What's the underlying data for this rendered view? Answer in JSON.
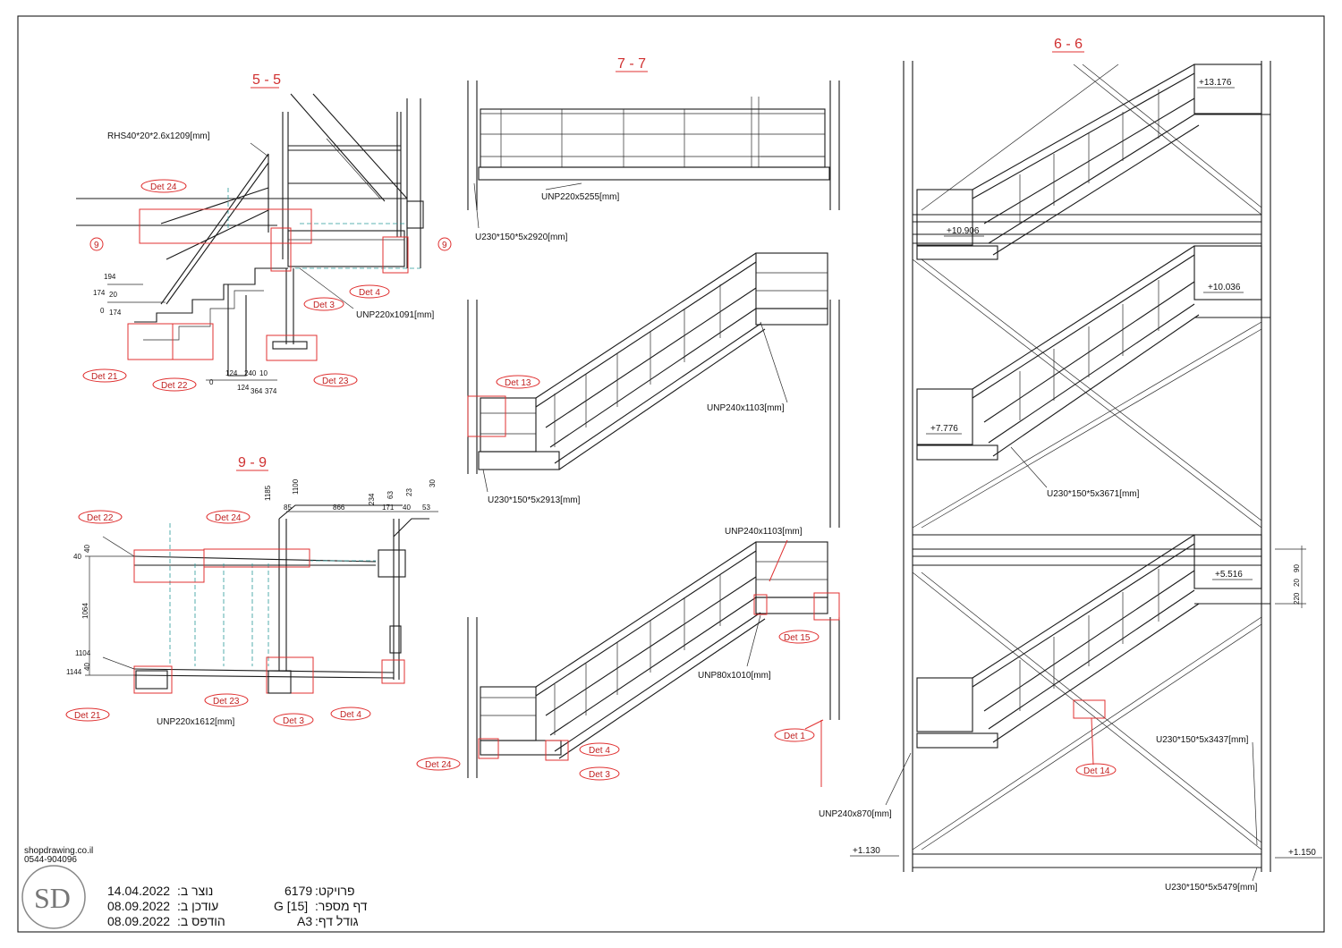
{
  "sections": {
    "s55": "5 - 5",
    "s77": "7 - 7",
    "s66": "6 - 6",
    "s99": "9 - 9",
    "marker9a": "9",
    "marker9b": "9"
  },
  "labels": {
    "rhs": "RHS40*20*2.6x1209[mm]",
    "unp1091": "UNP220x1091[mm]",
    "unp5255": "UNP220x5255[mm]",
    "u2920": "U230*150*5x2920[mm]",
    "unp1103a": "UNP240x1103[mm]",
    "u2913": "U230*150*5x2913[mm]",
    "unp1103b": "UNP240x1103[mm]",
    "unp80": "UNP80x1010[mm]",
    "unp1612": "UNP220x1612[mm]",
    "u3671": "U230*150*5x3671[mm]",
    "u3437": "U230*150*5x3437[mm]",
    "unp870": "UNP240x870[mm]",
    "u5479": "U230*150*5x5479[mm]"
  },
  "levels": {
    "l13176": "+13.176",
    "l10906": "+10.906",
    "l10036": "+10.036",
    "l7776": "+7.776",
    "l5516": "+5.516",
    "l1130": "+1.130",
    "l1150": "+1.150"
  },
  "tags": {
    "det24a": "Det 24",
    "det4a": "Det 4",
    "det3a": "Det 3",
    "det21a": "Det 21",
    "det22a": "Det 22",
    "det23a": "Det 23",
    "det13": "Det 13",
    "det15": "Det 15",
    "det1": "Det 1",
    "det24b": "Det 24",
    "det4b": "Det 4",
    "det3b": "Det 3",
    "det22b": "Det 22",
    "det24c": "Det 24",
    "det21b": "Det 21",
    "det23b": "Det 23",
    "det3c": "Det 3",
    "det4c": "Det 4",
    "det14": "Det 14"
  },
  "dims55": {
    "d194": "194",
    "d174a": "174",
    "d20": "20",
    "d0a": "0",
    "d174b": "174",
    "d124a": "124",
    "d240": "240",
    "d10": "10",
    "d0b": "0",
    "d124b": "124",
    "d364": "364",
    "d374": "374"
  },
  "dims99": {
    "d1185": "1185",
    "d1100": "1100",
    "d85": "85",
    "d866": "866",
    "d234": "234",
    "d171": "171",
    "d63": "63",
    "d40a": "40",
    "d23": "23",
    "d53": "53",
    "d30": "30",
    "d40b": "40",
    "d40c": "40",
    "d1064": "1064",
    "d1104": "1104",
    "d1144": "1144",
    "d40d": "40"
  },
  "dims66": {
    "d90": "90",
    "d20": "20",
    "d220": "220"
  },
  "titleblock": {
    "site": "shopdrawing.co.il",
    "phone": "0544-904096",
    "logo": "SD",
    "created_date": "14.04.2022",
    "created_label": ":נוצר ב",
    "updated_date": "08.09.2022",
    "updated_label": ":עודכן ב",
    "printed_date": "08.09.2022",
    "printed_label": ":הודפס ב",
    "project_value": "6179",
    "project_label": ":פרויקט",
    "sheet_value": "G  [15]",
    "sheet_label": ":דף מספר",
    "size_value": "A3",
    "size_label": ":גודל דף"
  }
}
